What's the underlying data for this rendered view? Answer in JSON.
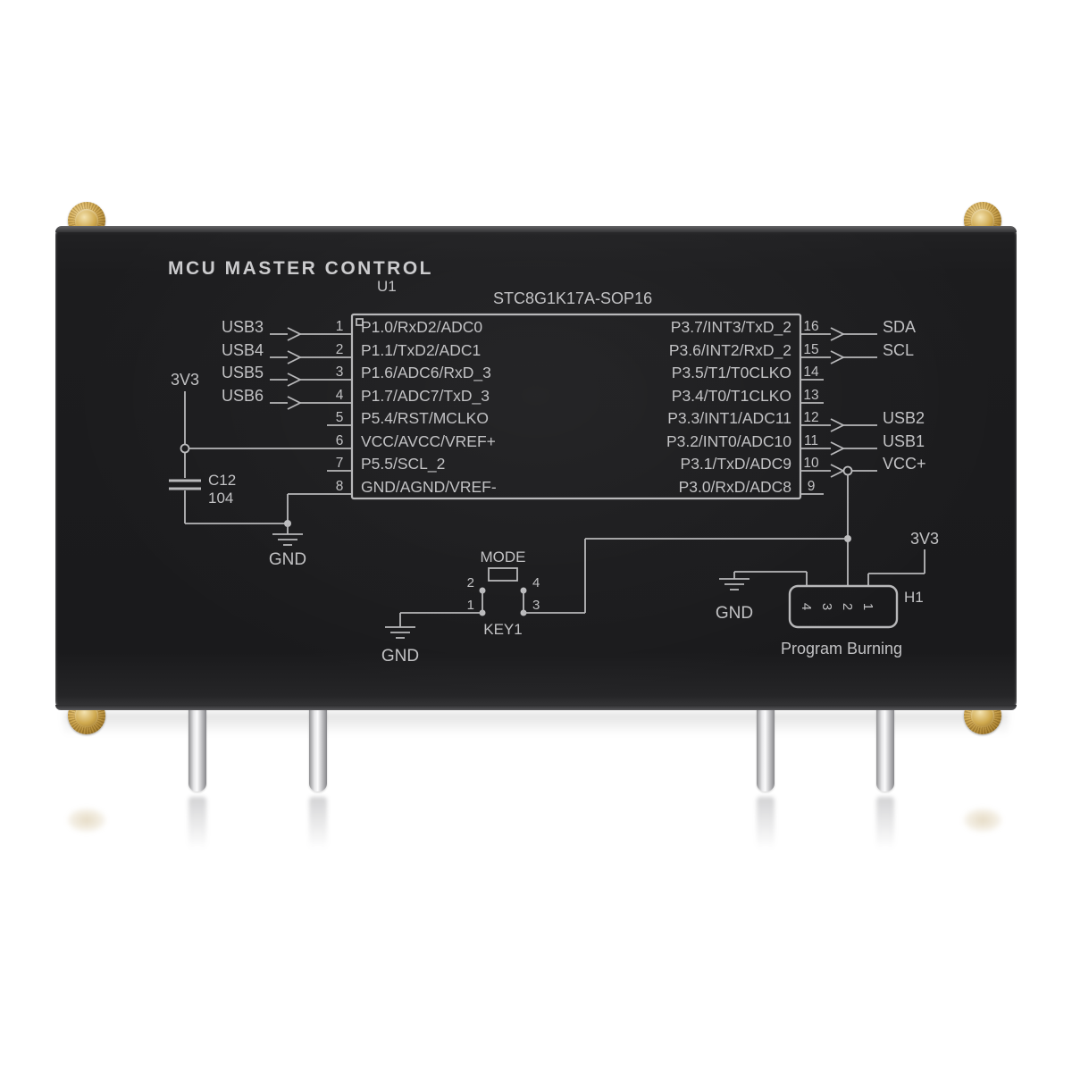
{
  "board": {
    "title": "MCU MASTER CONTROL",
    "ic": {
      "ref": "U1",
      "part": "STC8G1K17A-SOP16",
      "left_pins": [
        {
          "num": "1",
          "label": "P1.0/RxD2/ADC0"
        },
        {
          "num": "2",
          "label": "P1.1/TxD2/ADC1"
        },
        {
          "num": "3",
          "label": "P1.6/ADC6/RxD_3"
        },
        {
          "num": "4",
          "label": "P1.7/ADC7/TxD_3"
        },
        {
          "num": "5",
          "label": "P5.4/RST/MCLKO"
        },
        {
          "num": "6",
          "label": "VCC/AVCC/VREF+"
        },
        {
          "num": "7",
          "label": "P5.5/SCL_2"
        },
        {
          "num": "8",
          "label": "GND/AGND/VREF-"
        }
      ],
      "right_pins": [
        {
          "num": "16",
          "label": "P3.7/INT3/TxD_2"
        },
        {
          "num": "15",
          "label": "P3.6/INT2/RxD_2"
        },
        {
          "num": "14",
          "label": "P3.5/T1/T0CLKO"
        },
        {
          "num": "13",
          "label": "P3.4/T0/T1CLKO"
        },
        {
          "num": "12",
          "label": "P3.3/INT1/ADC11"
        },
        {
          "num": "11",
          "label": "P3.2/INT0/ADC10"
        },
        {
          "num": "10",
          "label": "P3.1/TxD/ADC9"
        },
        {
          "num": "9",
          "label": "P3.0/RxD/ADC8"
        }
      ]
    },
    "left_nets": {
      "usb": [
        "USB3",
        "USB4",
        "USB5",
        "USB6"
      ],
      "rail": "3V3",
      "cap_ref": "C12",
      "cap_value": "104",
      "gnd": "GND"
    },
    "right_nets": {
      "labels": [
        "SDA",
        "SCL",
        "USB2",
        "USB1",
        "VCC+"
      ]
    },
    "key": {
      "mode_label": "MODE",
      "ref": "KEY1",
      "pin_tl": "2",
      "pin_tr": "4",
      "pin_bl": "1",
      "pin_br": "3",
      "gnd": "GND"
    },
    "header": {
      "ref": "H1",
      "rail": "3V3",
      "gnd": "GND",
      "pins": [
        "4",
        "3",
        "2",
        "1"
      ],
      "caption": "Program Burning"
    },
    "colors": {
      "silkscreen": "#c2c2c4",
      "board": "#1d1d1f",
      "screw_gold": "#c9a24b",
      "pin_silver": "#d9d9db"
    }
  }
}
